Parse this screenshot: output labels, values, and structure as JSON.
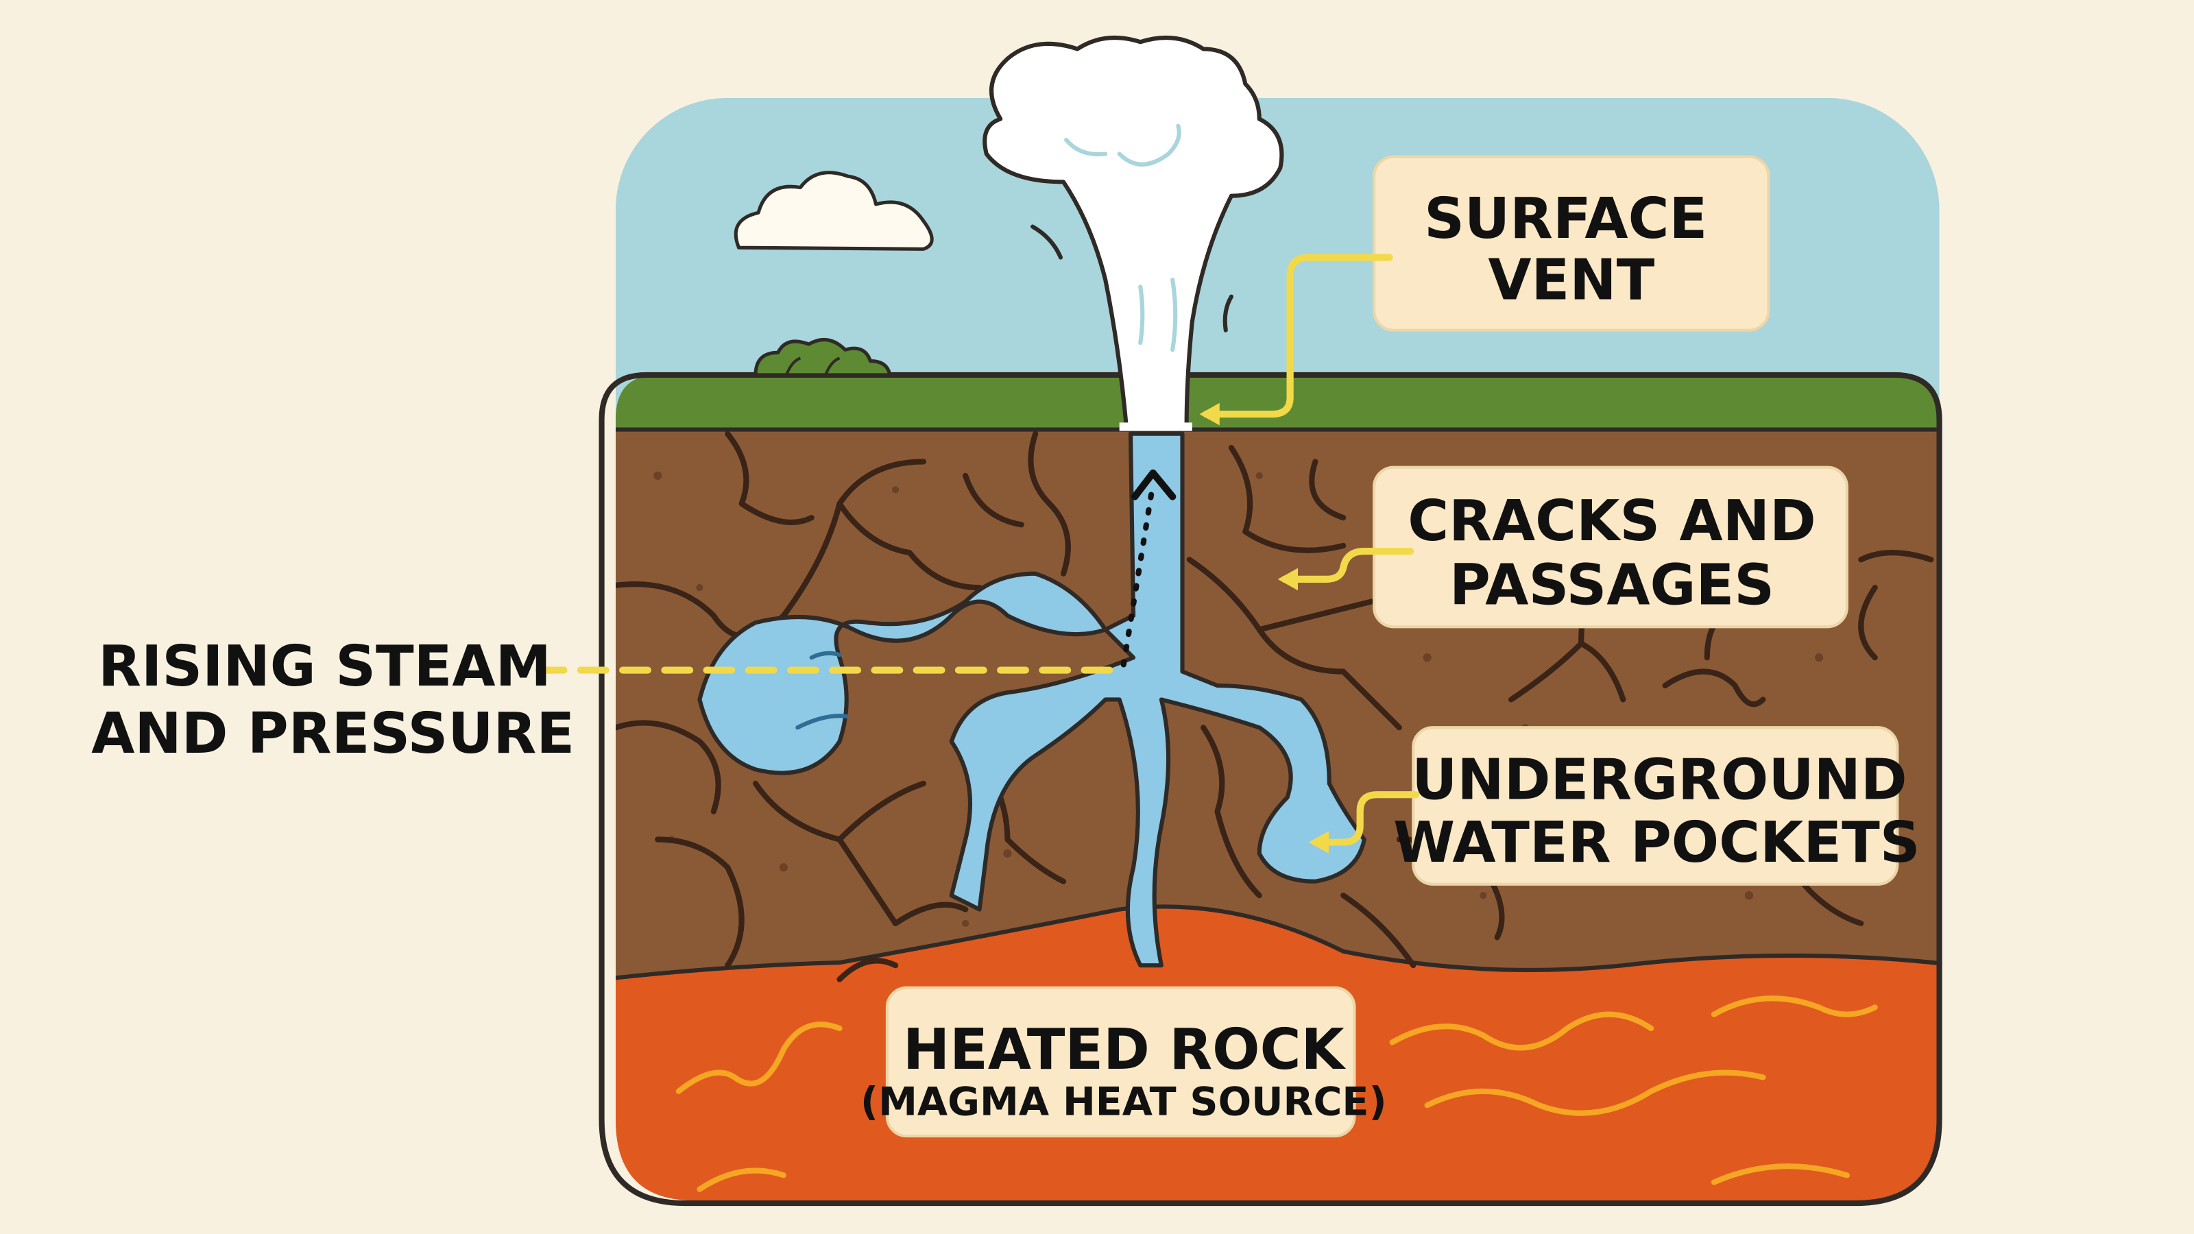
{
  "labels": {
    "surface_vent": {
      "line1": "SURFACE",
      "line2": "VENT"
    },
    "cracks": {
      "line1": "CRACKS AND",
      "line2": "PASSAGES"
    },
    "water": {
      "line1": "UNDERGROUND",
      "line2": "WATER POCKETS"
    },
    "heated": {
      "line1": "HEATED ROCK",
      "line2": "(MAGMA HEAT SOURCE)"
    },
    "steam": {
      "line1": "RISING STEAM",
      "line2": "AND PRESSURE"
    }
  },
  "colors": {
    "background": "#f8f1df",
    "sky": "#a9d5dc",
    "grass": "#5e8a33",
    "soil": "#8a5a37",
    "magma": "#e0591f",
    "water": "#8ec9e6",
    "label_box": "#fbe8c6",
    "arrow": "#f2d94a",
    "outline": "#2f2a26"
  },
  "icons": [
    "geyser-plume",
    "cloud-icon",
    "bush-icon",
    "arrow-icon"
  ]
}
